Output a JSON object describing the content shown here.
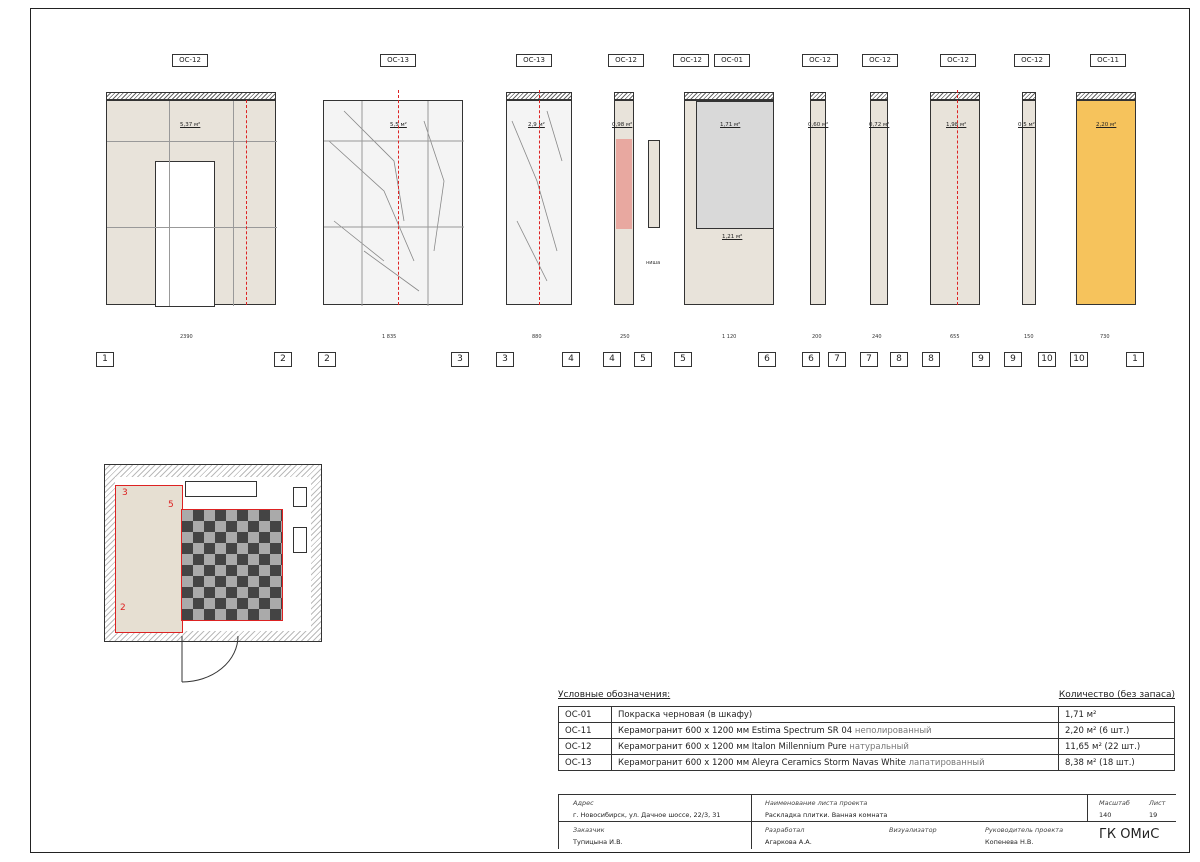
{
  "tags": [
    {
      "id": "t1",
      "text": "ОС-12"
    },
    {
      "id": "t2",
      "text": "ОС-13"
    },
    {
      "id": "t3",
      "text": "ОС-13"
    },
    {
      "id": "t4",
      "text": "ОС-12"
    },
    {
      "id": "t5",
      "text": "ОС-12"
    },
    {
      "id": "t6",
      "text": "ОС-01"
    },
    {
      "id": "t7",
      "text": "ОС-12"
    },
    {
      "id": "t8",
      "text": "ОС-12"
    },
    {
      "id": "t9",
      "text": "ОС-12"
    },
    {
      "id": "t10",
      "text": "ОС-12"
    },
    {
      "id": "t11",
      "text": "ОС-11"
    }
  ],
  "numbers": [
    "1",
    "2",
    "2",
    "3",
    "3",
    "4",
    "4",
    "5",
    "5",
    "6",
    "6",
    "7",
    "7",
    "8",
    "8",
    "9",
    "9",
    "10",
    "10",
    "1"
  ],
  "areas": {
    "a1": "5,37 м²",
    "a2": "5,5 м²",
    "a3": "2,9 м²",
    "a4": "0,98 м²",
    "a5": "1,71 м²",
    "a6": "1,21 м²",
    "a7": "0,60 м²",
    "a8": "0,72 м²",
    "a9": "1,98 м²",
    "a10": "0,5 м²",
    "a11": "2,20 м²"
  },
  "totals": {
    "w1": "2390",
    "w2": "1 835",
    "w3": "880",
    "w4": "250",
    "w5": "1 120",
    "w6": "200",
    "w7": "240",
    "w8": "655",
    "w9": "150",
    "w10": "730"
  },
  "niche_label": "ниша",
  "legend": {
    "title": "Условные обозначения:",
    "qty_title": "Количество (без запаса)",
    "rows": [
      {
        "code": "ОС-01",
        "name": "Покраска черновая (в шкафу)",
        "qty": "1,71 м²"
      },
      {
        "code": "ОС-11",
        "name": "Керамогранит 600 х 1200 мм Estima Spectrum SR 04",
        "finish": " неполированный",
        "qty": "2,20 м² (6 шт.)"
      },
      {
        "code": "ОС-12",
        "name": "Керамогранит 600 х 1200 мм Italon Millennium Pure",
        "finish": " натуральный",
        "qty": "11,65 м² (22 шт.)"
      },
      {
        "code": "ОС-13",
        "name": "Керамогранит 600 х 1200 мм Aleyra Ceramics Storm Navas White",
        "finish": " лапатированный",
        "qty": "8,38 м² (18 шт.)"
      }
    ]
  },
  "stamp": {
    "address_label": "Адрес",
    "address": "г. Новосибирск, ул. Дачное шоссе, 22/3, 31",
    "sheet_name_label": "Наименование листа проекта",
    "sheet_name": "Раскладка плитки. Ванная комната",
    "scale_label": "Масштаб",
    "scale": "140",
    "sheet_label": "Лист",
    "sheet": "19",
    "client_label": "Заказчик",
    "client": "Тупицына И.В.",
    "developer_label": "Разработал",
    "developer": "Агаркова А.А.",
    "visualizer_label": "Визуализатор",
    "lead_label": "Руководитель проекта",
    "lead": "Копенева Н.В.",
    "company": "ГК ОМиС"
  },
  "plan": {
    "room_num_2": "2",
    "room_num_3": "3",
    "room_num_5": "5"
  }
}
